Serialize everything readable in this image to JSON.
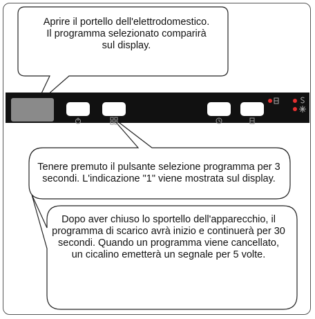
{
  "callouts": {
    "open_door": "Aprire il portello dell'elettrodomestico. Il programma selezionato comparirà sul display.",
    "hold_button": "Tenere premuto il pulsante selezione programma per 3 secondi. L'indicazione \"1\" viene mostrata sul display.",
    "after_close": "Dopo aver chiuso lo sportello dell'apparecchio, il programma di scarico avrà inizio e continuerà per 30 secondi. Quando un programma viene cancellato, un cicalino emetterà un segnale per 5 volte."
  },
  "control_panel": {
    "buttons": [
      {
        "name": "power",
        "icon": "power-icon"
      },
      {
        "name": "program-select",
        "icon": "program-grid-icon"
      },
      {
        "name": "delay-timer",
        "icon": "clock-icon"
      },
      {
        "name": "half-load",
        "icon": "half-load-icon"
      }
    ],
    "indicators": [
      {
        "name": "salt",
        "icon": "salt-icon",
        "color": "#e53030"
      },
      {
        "name": "rinse-aid",
        "icon": "rinse-aid-icon",
        "color": "#e53030"
      },
      {
        "name": "half-load-led",
        "icon": "half-load-icon",
        "color": "#e53030"
      }
    ]
  }
}
